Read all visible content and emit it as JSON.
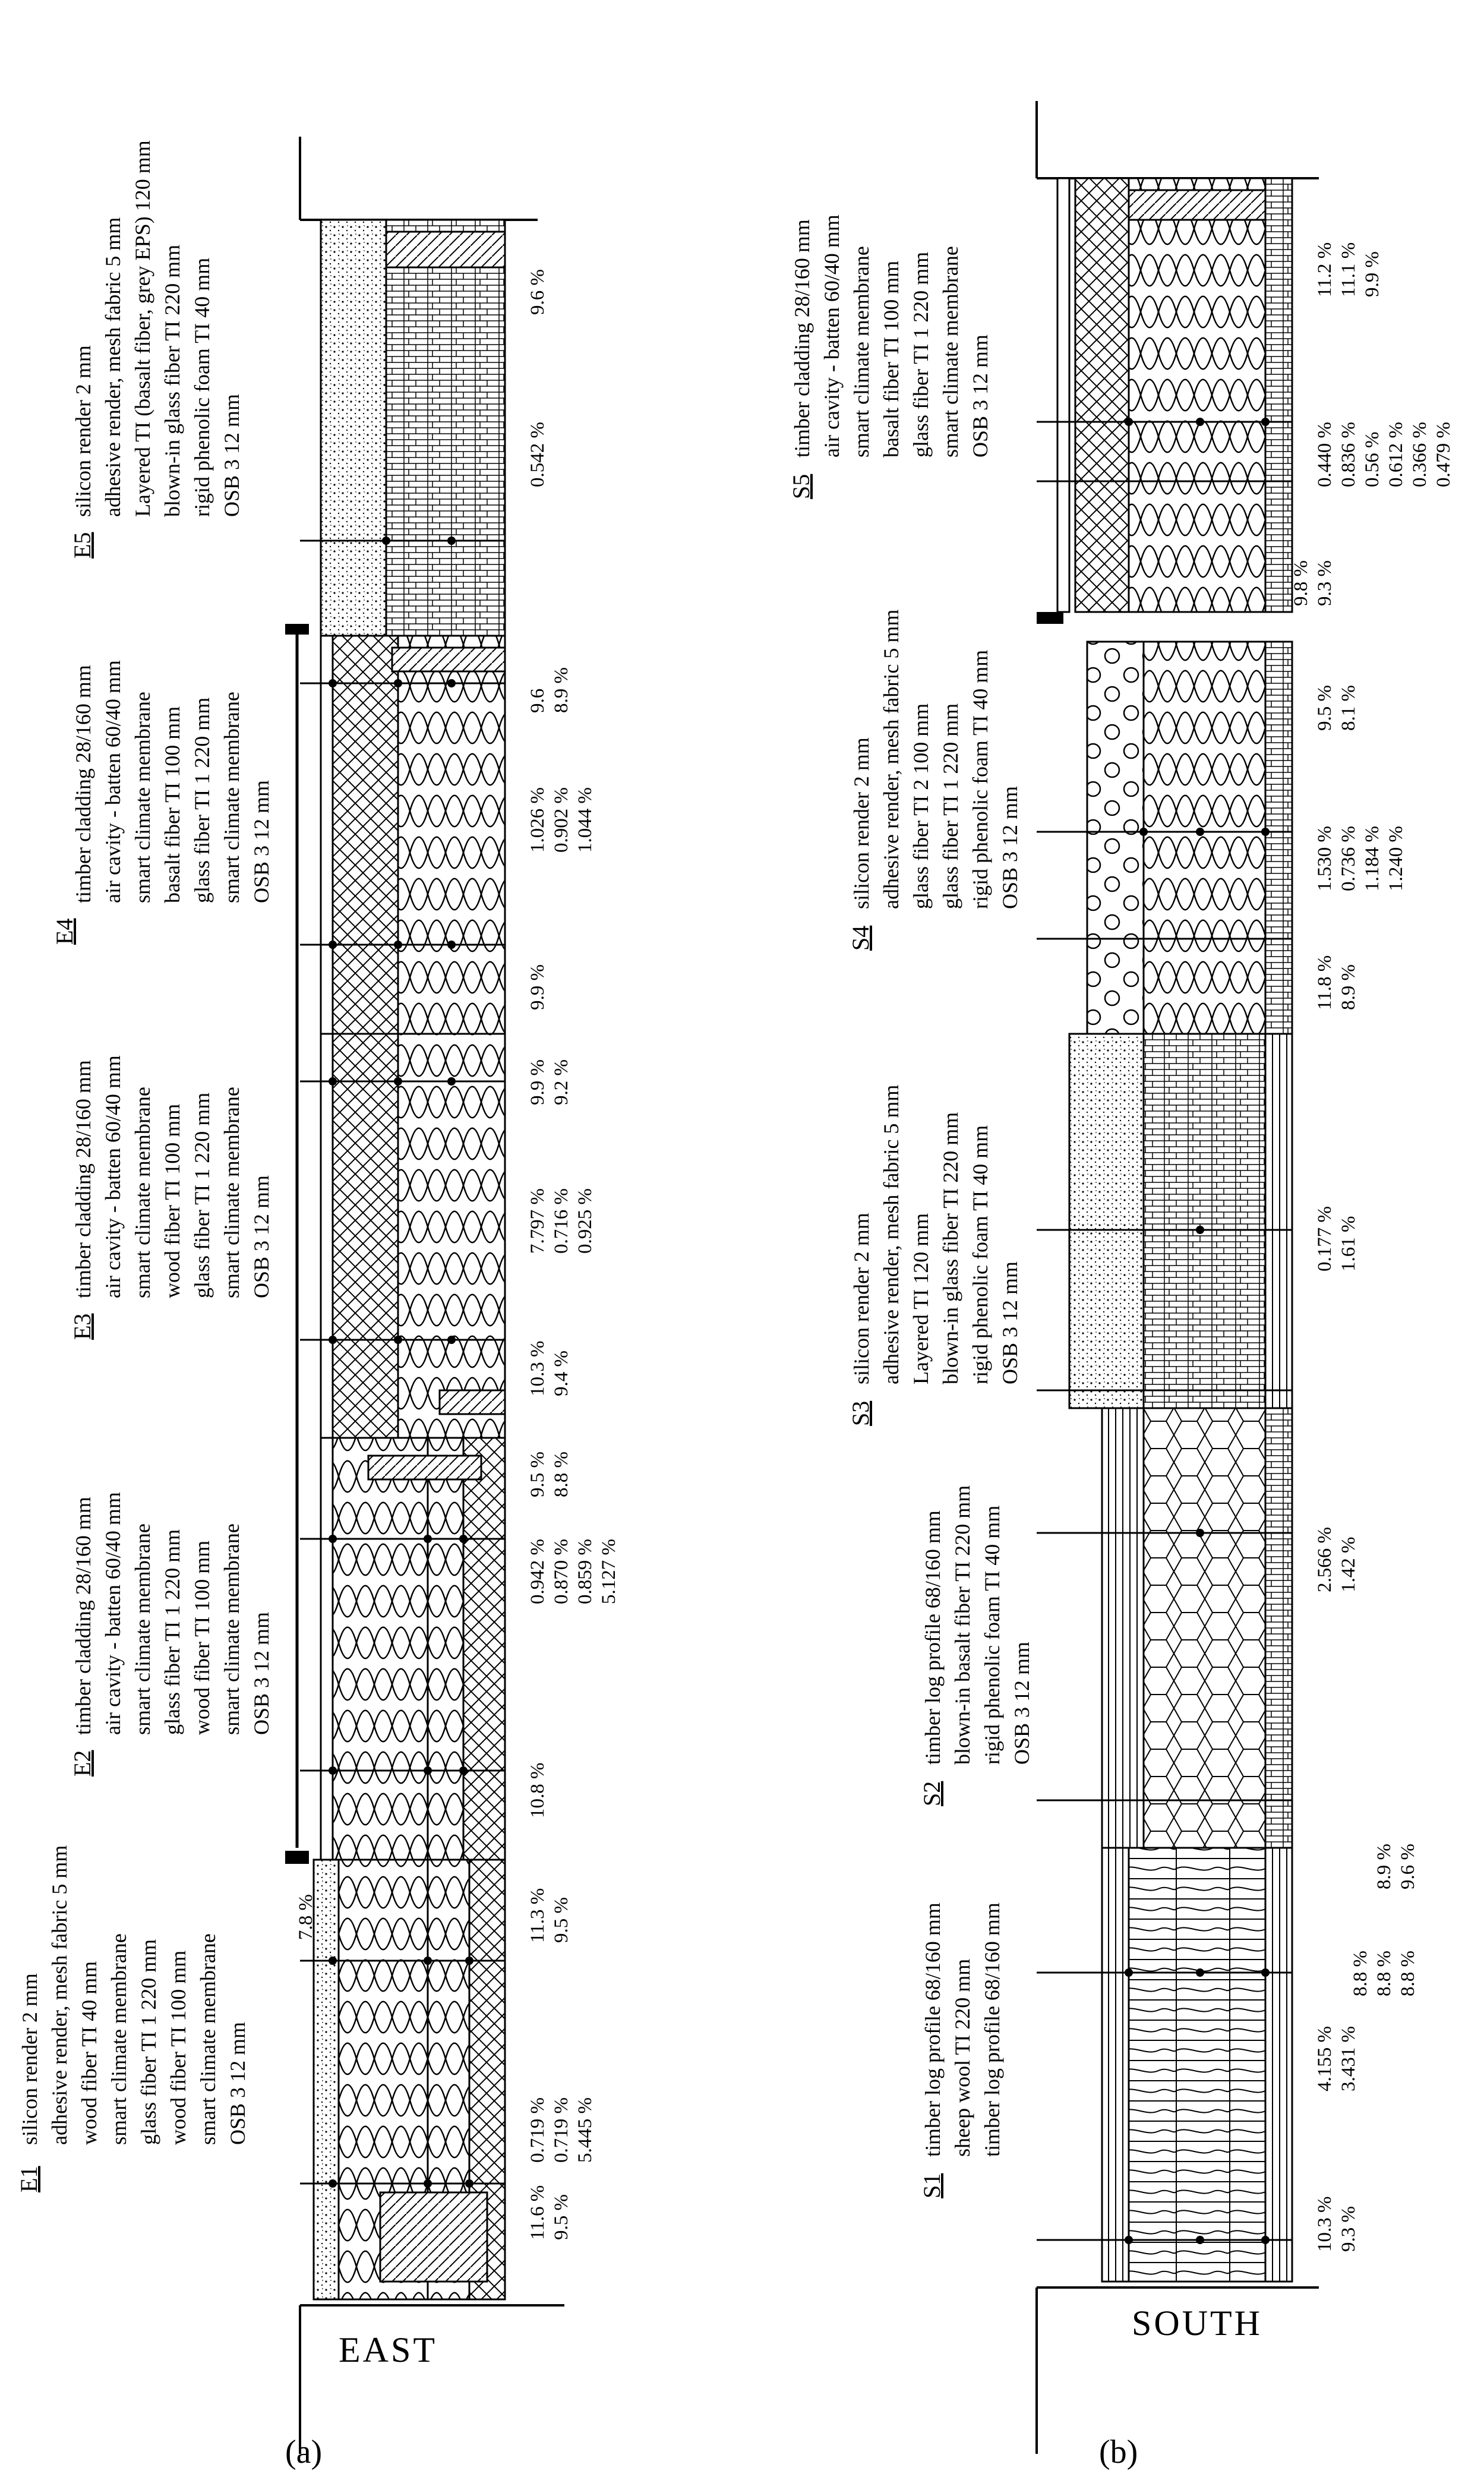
{
  "panel_a": {
    "direction": "EAST",
    "caption": "(a)",
    "sections": [
      {
        "code": "E1",
        "layers": [
          "silicon render 2 mm",
          "adhesive render, mesh fabric 5 mm",
          "wood fiber TI 40 mm",
          "smart climate membrane",
          "glass fiber TI 1 220 mm",
          "wood fiber TI 100 mm",
          "smart climate membrane",
          "OSB 3 12 mm"
        ],
        "sensor_values": [
          "0.719 %",
          "0.719 %",
          "5.445 %"
        ],
        "extra_values": [
          "7.8 %"
        ],
        "side_values": [
          "11.3 %",
          "9.5 %"
        ],
        "left_values": [
          "11.6 %",
          "9.5 %"
        ]
      },
      {
        "code": "E2",
        "layers": [
          "timber cladding 28/160  mm",
          "air cavity - batten 60/40 mm",
          "smart climate membrane",
          "glass fiber TI 1 220 mm",
          "wood fiber TI 100 mm",
          "smart climate membrane",
          "OSB 3 12 mm"
        ],
        "sensor_values": [
          "0.942 %",
          "0.870 %",
          "0.859 %",
          "5.127 %"
        ],
        "extra_values": [],
        "side_values": [
          "9.5 %",
          "8.8 %"
        ],
        "left_values": [
          "10.8 %"
        ]
      },
      {
        "code": "E3",
        "layers": [
          "timber cladding 28/160  mm",
          "air cavity - batten 60/40 mm",
          "smart climate membrane",
          "wood fiber TI 100 mm",
          "glass fiber TI 1 220 mm",
          "smart climate membrane",
          "OSB 3 12 mm"
        ],
        "sensor_values": [
          "7.797 %",
          "0.716 %",
          "0.925 %"
        ],
        "extra_values": [],
        "side_values": [
          "9.9 %",
          "9.2 %"
        ],
        "left_values": [
          "10.3 %",
          "9.4 %"
        ]
      },
      {
        "code": "E4",
        "layers": [
          "timber cladding 28/160  mm",
          "air cavity - batten 60/40 mm",
          "smart climate membrane",
          "basalt fiber TI 100 mm",
          "glass fiber TI 1 220 mm",
          "smart climate membrane",
          "OSB 3 12 mm"
        ],
        "sensor_values": [
          "1.026 %",
          "0.902 %",
          "1.044 %"
        ],
        "extra_values": [],
        "side_values": [
          "9.6",
          "8.9 %"
        ],
        "left_values": [
          "9.9 %"
        ]
      },
      {
        "code": "E5",
        "layers": [
          "silicon render 2 mm",
          "adhesive render, mesh fabric 5 mm",
          "Layered TI (basalt fiber, grey EPS) 120 mm",
          "blown-in glass fiber TI 220 mm",
          "rigid phenolic foam TI 40 mm",
          "OSB 3 12 mm"
        ],
        "sensor_values": [
          "0.542 %"
        ],
        "extra_values": [],
        "side_values": [
          "9.6 %"
        ],
        "left_values": []
      }
    ]
  },
  "panel_b": {
    "direction": "SOUTH",
    "caption": "(b)",
    "sections": [
      {
        "code": "S1",
        "layers": [
          "timber log profile 68/160 mm",
          "sheep wool TI 220 mm",
          "timber log profile 68/160 mm"
        ],
        "sensor_values": [
          "4.155 %",
          "3.431 %"
        ],
        "extra_values": [
          "8.8 %",
          "8.8 %",
          "8.8 %"
        ],
        "side_values": [
          "8.9 %",
          "9.6 %"
        ],
        "left_values": [
          "10.3 %",
          "9.3 %"
        ]
      },
      {
        "code": "S2",
        "layers": [
          "timber log profile 68/160 mm",
          "blown-in basalt fiber TI 220 mm",
          "rigid phenolic foam TI 40 mm",
          "OSB 3 12 mm"
        ],
        "sensor_values": [
          "2.566 %",
          "1.42 %"
        ],
        "extra_values": [],
        "side_values": [],
        "left_values": []
      },
      {
        "code": "S3",
        "layers": [
          "silicon render 2 mm",
          "adhesive render, mesh fabric 5 mm",
          "Layered TI 120 mm",
          "blown-in glass fiber TI 220 mm",
          "rigid phenolic foam TI 40 mm",
          "OSB 3 12 mm"
        ],
        "sensor_values": [
          "0.177 %",
          "1.61 %"
        ],
        "extra_values": [],
        "side_values": [],
        "left_values": []
      },
      {
        "code": "S4",
        "layers": [
          "silicon render 2 mm",
          "adhesive render, mesh fabric 5 mm",
          "glass fiber TI 2 100 mm",
          "glass fiber TI 1 220 mm",
          "rigid phenolic foam TI 40 mm",
          "OSB 3 12 mm"
        ],
        "sensor_values": [
          "1.530 %",
          "0.736 %",
          "1.184 %",
          "1.240 %"
        ],
        "extra_values": [],
        "side_values": [
          "9.5 %",
          "8.1 %"
        ],
        "left_values": [
          "11.8 %",
          "8.9 %"
        ]
      },
      {
        "code": "S5",
        "layers": [
          "timber cladding 28/160  mm",
          "air cavity - batten 60/40 mm",
          "smart climate membrane",
          "basalt fiber TI 100 mm",
          "glass fiber TI 1 220 mm",
          "smart climate membrane",
          "OSB 3 12 mm"
        ],
        "sensor_values": [
          "0.440 %",
          "0.836 %",
          "0.56 %",
          "0.612 %",
          "0.366 %",
          "0.479 %"
        ],
        "extra_values": [],
        "side_values": [
          "11.2 %",
          "11.1 %",
          "9.9 %"
        ],
        "left_values": [
          "9.8 %",
          "9.3 %"
        ]
      }
    ]
  }
}
